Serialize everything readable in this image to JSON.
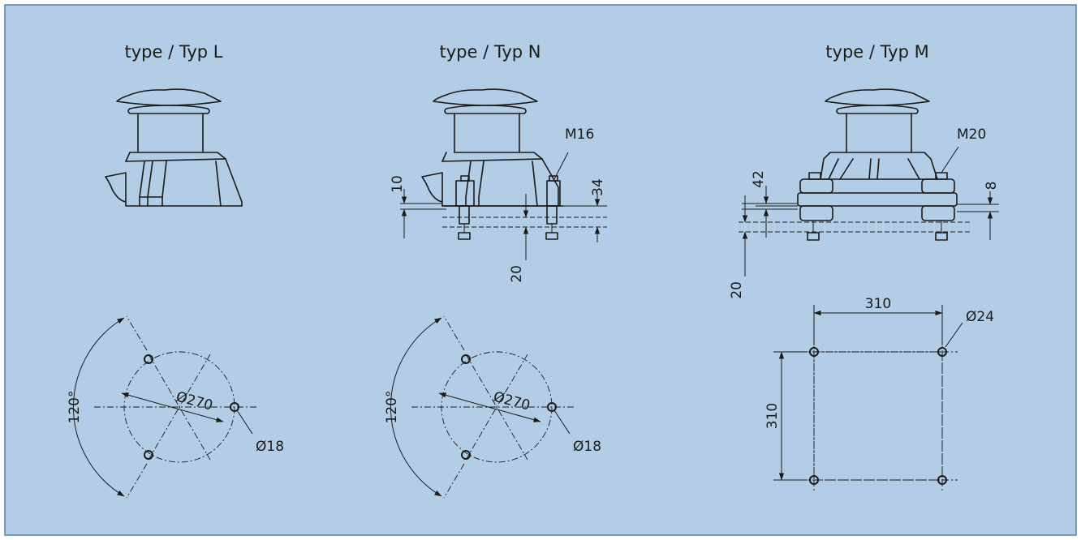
{
  "colors": {
    "background": "#b3cde6",
    "border": "#5a7ea8",
    "line": "#1a1a1a"
  },
  "types": [
    {
      "title": "type / Typ L"
    },
    {
      "title": "type / Typ N",
      "bolt": "M16",
      "dim_top": "10",
      "dim_right": "34",
      "dim_bottom": "20"
    },
    {
      "title": "type / Typ M",
      "bolt": "M20",
      "dim_left": "42",
      "dim_right": "8",
      "dim_bottom": "20"
    }
  ],
  "patterns": {
    "circle_l": {
      "angle": "120°",
      "diameter": "Ø270",
      "hole": "Ø18"
    },
    "circle_n": {
      "angle": "120°",
      "diameter": "Ø270",
      "hole": "Ø18"
    },
    "square_m": {
      "width": "310",
      "height": "310",
      "hole": "Ø24"
    }
  }
}
